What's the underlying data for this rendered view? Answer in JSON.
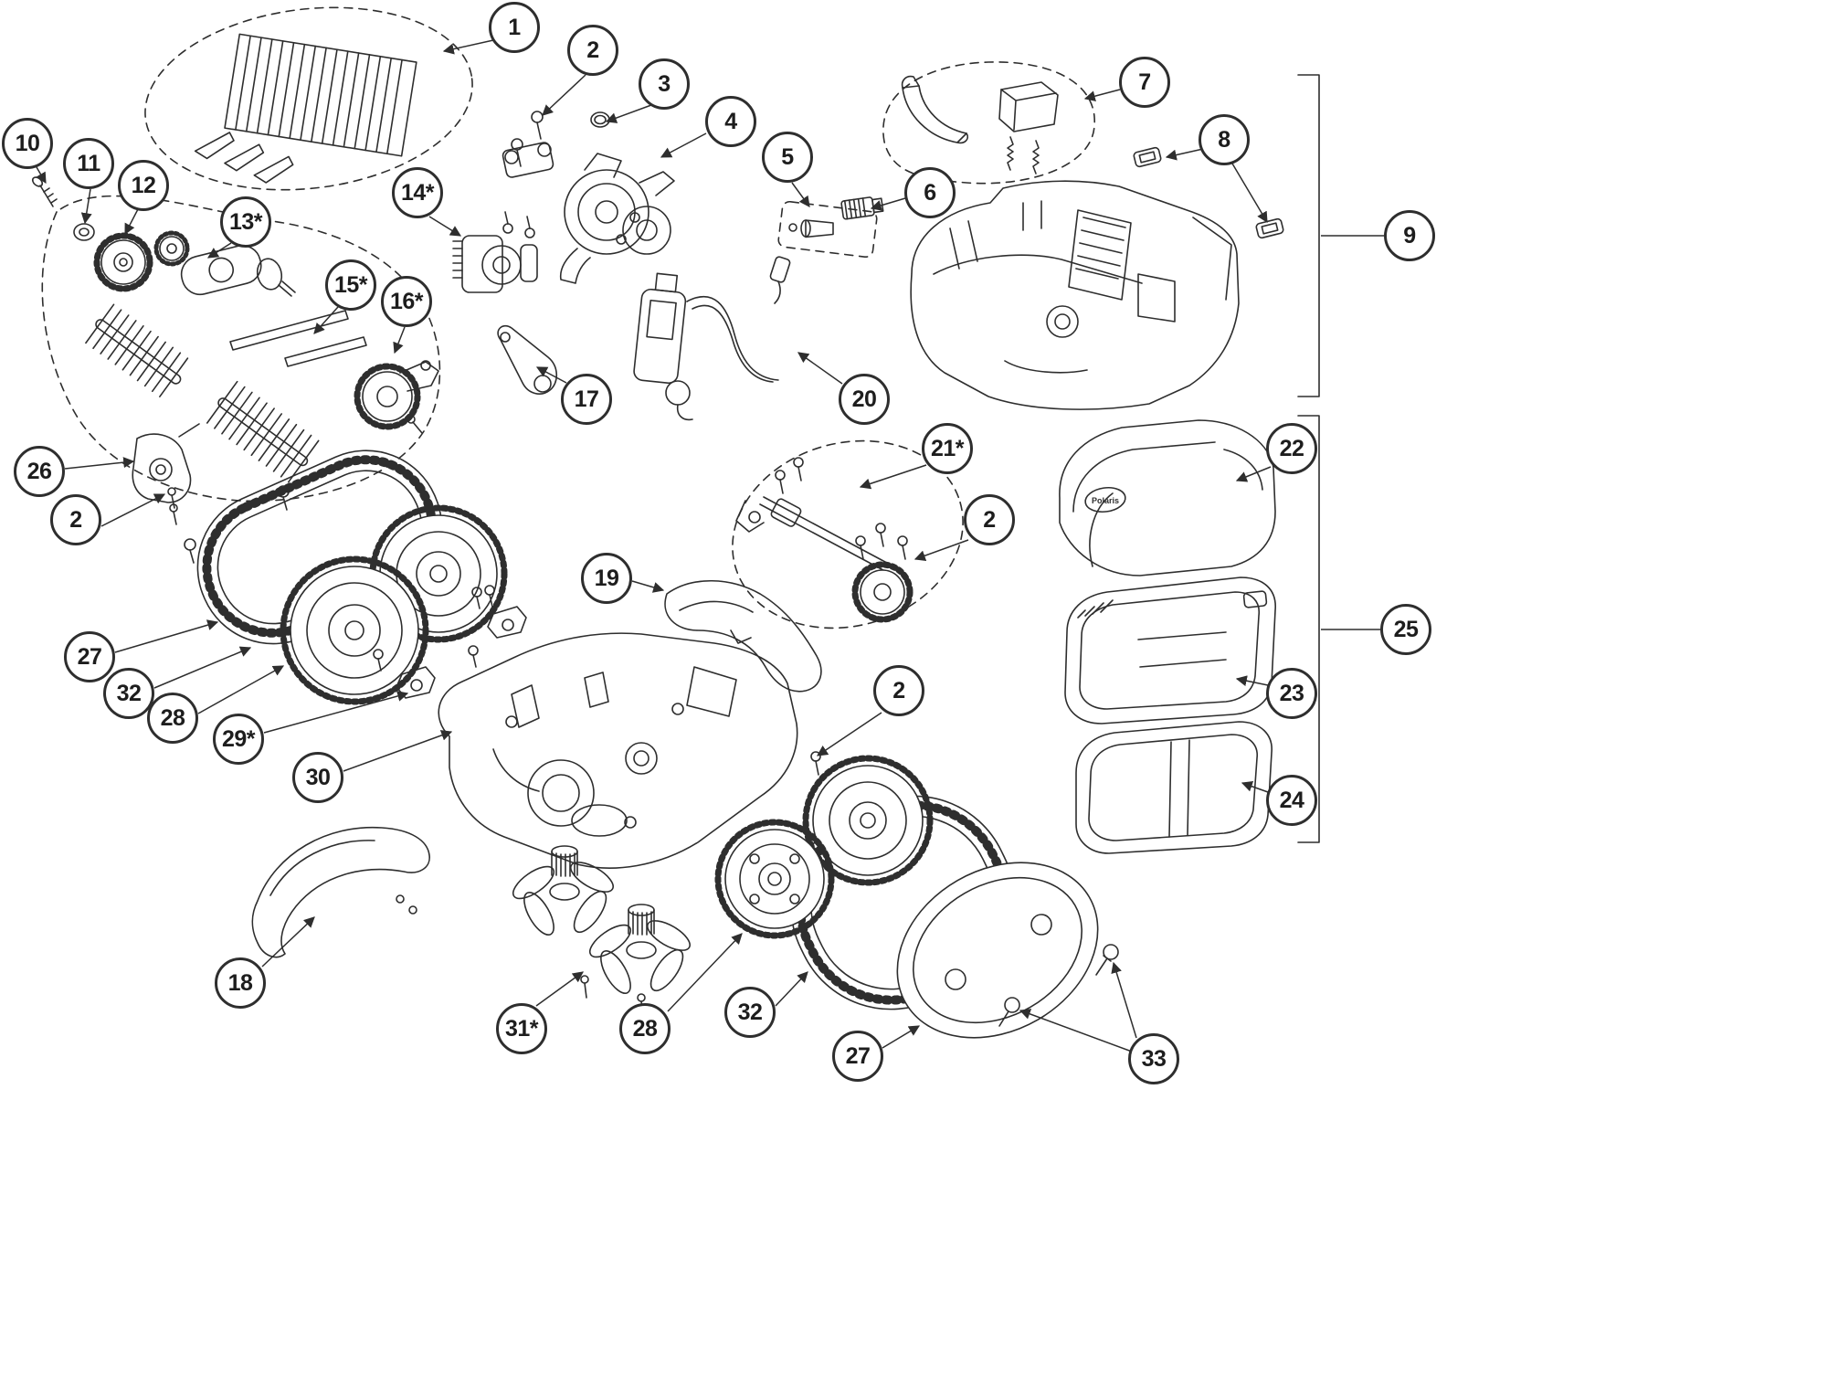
{
  "diagram": {
    "kind": "exploded-parts-diagram",
    "subject": "robotic pool cleaner parts breakdown"
  },
  "labels": {
    "brand": "Polaris"
  },
  "colors": {
    "line": "#2e2e2e",
    "background": "#ffffff",
    "callout_border": "#2e2e2e"
  },
  "callouts": [
    {
      "label": "1"
    },
    {
      "label": "2"
    },
    {
      "label": "3"
    },
    {
      "label": "4"
    },
    {
      "label": "5"
    },
    {
      "label": "6"
    },
    {
      "label": "7"
    },
    {
      "label": "8"
    },
    {
      "label": "9"
    },
    {
      "label": "10"
    },
    {
      "label": "11"
    },
    {
      "label": "12"
    },
    {
      "label": "13*"
    },
    {
      "label": "14*"
    },
    {
      "label": "15*"
    },
    {
      "label": "16*"
    },
    {
      "label": "17"
    },
    {
      "label": "20"
    },
    {
      "label": "21*"
    },
    {
      "label": "2"
    },
    {
      "label": "22"
    },
    {
      "label": "25"
    },
    {
      "label": "23"
    },
    {
      "label": "24"
    },
    {
      "label": "26"
    },
    {
      "label": "2"
    },
    {
      "label": "27"
    },
    {
      "label": "32"
    },
    {
      "label": "28"
    },
    {
      "label": "29*"
    },
    {
      "label": "30"
    },
    {
      "label": "19"
    },
    {
      "label": "2"
    },
    {
      "label": "18"
    },
    {
      "label": "31*"
    },
    {
      "label": "28"
    },
    {
      "label": "32"
    },
    {
      "label": "27"
    },
    {
      "label": "33"
    }
  ]
}
